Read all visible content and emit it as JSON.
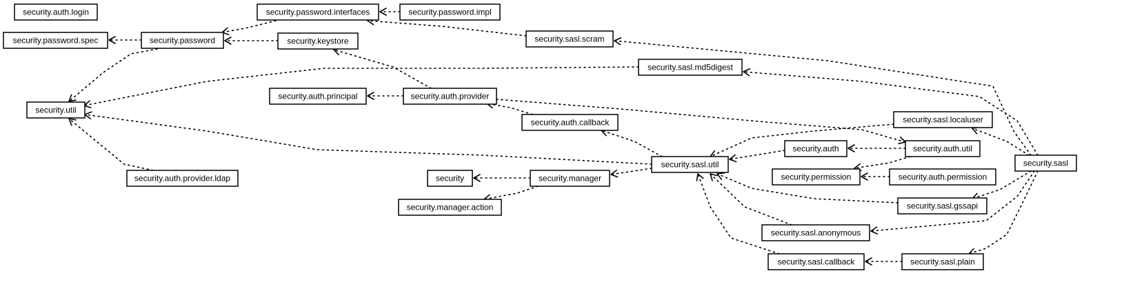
{
  "nodes": {
    "auth_login": "security.auth.login",
    "password_spec": "security.password.spec",
    "password": "security.password",
    "util": "security.util",
    "auth_provider_ldap": "security.auth.provider.ldap",
    "password_interfaces": "security.password.interfaces",
    "password_impl": "security.password.impl",
    "keystore": "security.keystore",
    "auth_principal": "security.auth.principal",
    "auth_provider": "security.auth.provider",
    "security": "security",
    "manager": "security.manager",
    "manager_action": "security.manager.action",
    "sasl_scram": "security.sasl.scram",
    "sasl_md5digest": "security.sasl.md5digest",
    "auth_callback": "security.auth.callback",
    "sasl_util": "security.sasl.util",
    "sasl_localuser": "security.sasl.localuser",
    "auth": "security.auth",
    "auth_util": "security.auth.util",
    "permission": "security.permission",
    "auth_permission": "security.auth.permission",
    "sasl_gssapi": "security.sasl.gssapi",
    "sasl_anonymous": "security.sasl.anonymous",
    "sasl_callback": "security.sasl.callback",
    "sasl_plain": "security.sasl.plain",
    "sasl": "security.sasl"
  },
  "edges": [
    [
      "password",
      "password_spec"
    ],
    [
      "password",
      "util"
    ],
    [
      "password_interfaces",
      "password"
    ],
    [
      "password_impl",
      "password_interfaces"
    ],
    [
      "keystore",
      "password"
    ],
    [
      "auth_provider",
      "keystore"
    ],
    [
      "auth_provider",
      "auth_principal"
    ],
    [
      "auth_provider",
      "auth_util"
    ],
    [
      "auth_provider_ldap",
      "util"
    ],
    [
      "sasl_scram",
      "password_interfaces"
    ],
    [
      "sasl_md5digest",
      "util"
    ],
    [
      "sasl_util",
      "util"
    ],
    [
      "sasl_util",
      "auth_callback"
    ],
    [
      "sasl_util",
      "manager"
    ],
    [
      "auth_callback",
      "auth_provider"
    ],
    [
      "manager",
      "security"
    ],
    [
      "manager",
      "manager_action"
    ],
    [
      "sasl_localuser",
      "sasl_util"
    ],
    [
      "auth",
      "sasl_util"
    ],
    [
      "auth_util",
      "auth"
    ],
    [
      "auth_util",
      "permission"
    ],
    [
      "auth_permission",
      "permission"
    ],
    [
      "sasl_gssapi",
      "sasl_util"
    ],
    [
      "sasl_anonymous",
      "sasl_util"
    ],
    [
      "sasl_callback",
      "sasl_util"
    ],
    [
      "sasl_plain",
      "sasl_callback"
    ],
    [
      "sasl",
      "sasl_scram"
    ],
    [
      "sasl",
      "sasl_md5digest"
    ],
    [
      "sasl",
      "sasl_localuser"
    ],
    [
      "sasl",
      "sasl_gssapi"
    ],
    [
      "sasl",
      "sasl_anonymous"
    ],
    [
      "sasl",
      "sasl_plain"
    ]
  ]
}
